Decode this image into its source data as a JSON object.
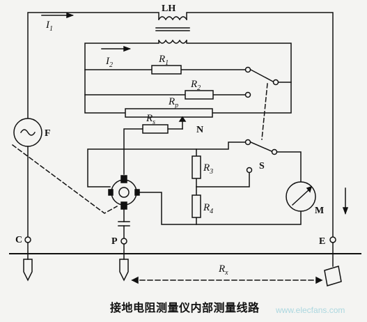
{
  "labels": {
    "i1": "I",
    "i1_sub": "1",
    "lh": "LH",
    "i2": "I",
    "i2_sub": "2",
    "r1": "R",
    "r1_sub": "1",
    "r2": "R",
    "r2_sub": "2",
    "rp": "R",
    "rp_sub": "p",
    "rs": "R",
    "rs_sub": "s",
    "n": "N",
    "f": "F",
    "r3": "R",
    "r3_sub": "3",
    "r4": "R",
    "r4_sub": "4",
    "s": "S",
    "m": "M",
    "c": "C",
    "p": "P",
    "e": "E",
    "rx": "R",
    "rx_sub": "x"
  },
  "caption": "接地电阻测量仪内部测量线路",
  "watermark": "www.elecfans.com"
}
